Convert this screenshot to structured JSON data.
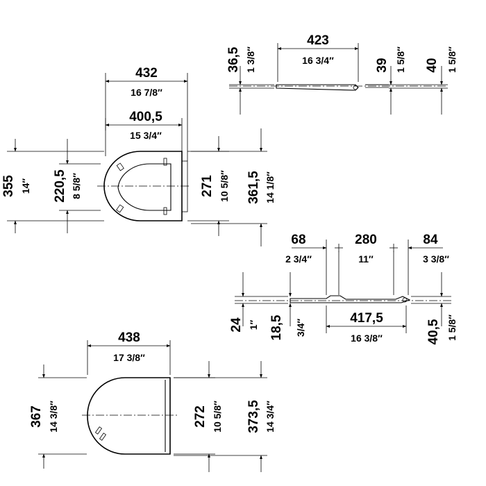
{
  "views": {
    "top_left": {
      "width_outer": "432",
      "width_outer_in": "16 7/8″",
      "width_inner": "400,5",
      "width_inner_in": "15 3/4″",
      "height_total": "355",
      "height_total_in": "14″",
      "height_opening": "220,5",
      "height_opening_in": "8 5/8″",
      "height_mid": "271",
      "height_mid_in": "10 5/8″",
      "height_right": "361,5",
      "height_right_in": "14 1/8″"
    },
    "side_top": {
      "length": "423",
      "length_in": "16 3/4″",
      "thick_left": "36,5",
      "thick_left_in": "1 3/8″",
      "thick_r1": "39",
      "thick_r1_in": "1 5/8″",
      "thick_r2": "40",
      "thick_r2_in": "1 5/8″"
    },
    "side_bottom": {
      "d68": "68",
      "d68_in": "2 3/4″",
      "d280": "280",
      "d280_in": "11″",
      "d84": "84",
      "d84_in": "3 3/8″",
      "h24": "24",
      "h24_in": "1″",
      "h18": "18,5",
      "h18_in": "3/4″",
      "len": "417,5",
      "len_in": "16 3/8″",
      "h40": "40,5",
      "h40_in": "1 5/8″"
    },
    "lid": {
      "width": "438",
      "width_in": "17 3/8″",
      "height_left": "367",
      "height_left_in": "14 3/8″",
      "height_mid": "272",
      "height_mid_in": "10 5/8″",
      "height_right": "373,5",
      "height_right_in": "14 3/4″"
    }
  }
}
